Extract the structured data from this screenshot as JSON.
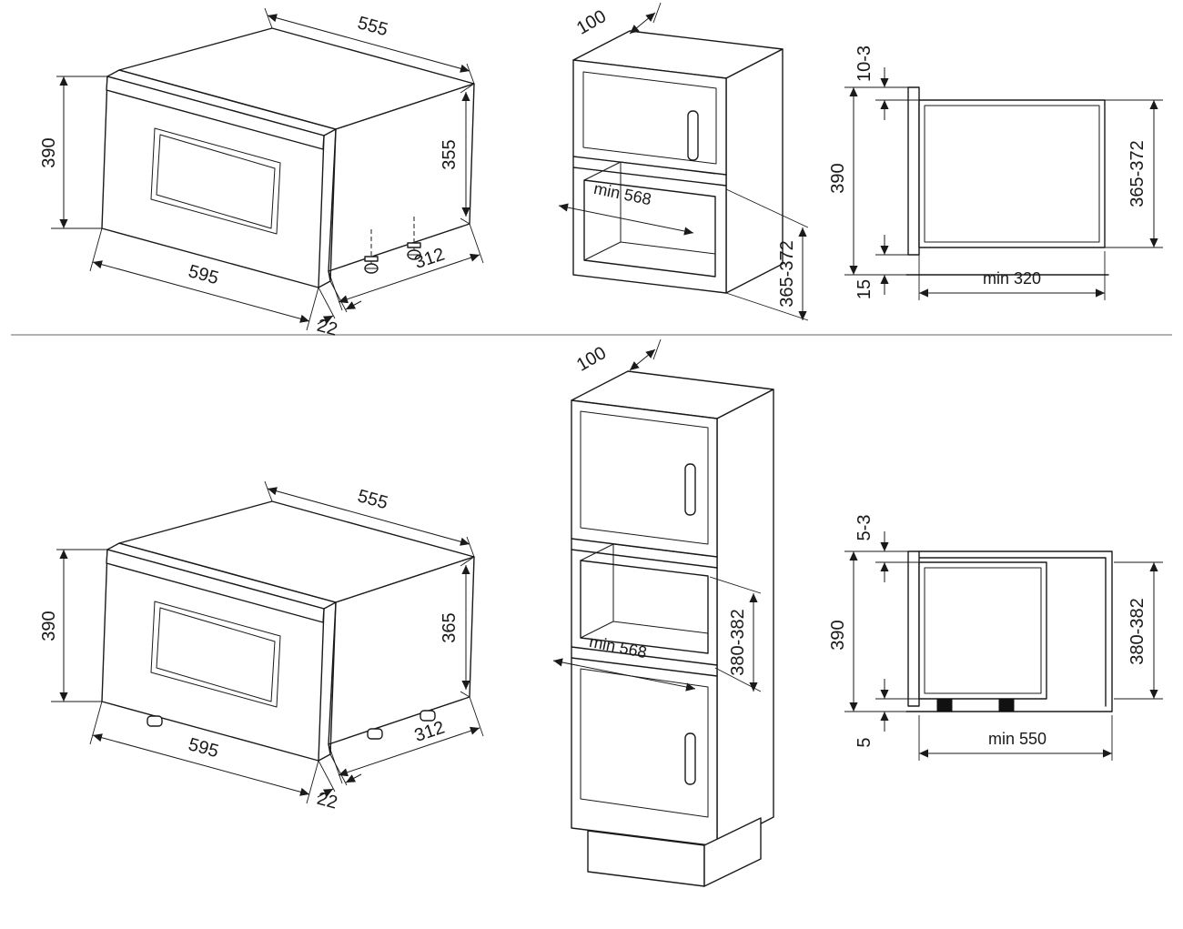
{
  "colors": {
    "background": "#ffffff",
    "line": "#1a1a1a",
    "divider": "#9a9a9a"
  },
  "top": {
    "oven": {
      "dims": {
        "body_width": "555",
        "front_height": "390",
        "body_height": "355",
        "front_width": "595",
        "depth": "312",
        "frame_depth": "22"
      }
    },
    "cabinet": {
      "dims": {
        "top_clearance": "100",
        "niche_width": "min 568",
        "niche_height": "365-372"
      }
    },
    "section": {
      "dims": {
        "top_gap": "10-3",
        "niche_height": "390",
        "bottom_gap": "15",
        "unit_height": "365-372",
        "min_depth": "min 320"
      }
    }
  },
  "bottom": {
    "oven": {
      "dims": {
        "body_width": "555",
        "front_height": "390",
        "body_height": "365",
        "front_width": "595",
        "depth": "312",
        "frame_depth": "22"
      }
    },
    "cabinet": {
      "dims": {
        "top_clearance": "100",
        "niche_width": "min 568",
        "niche_height": "380-382"
      }
    },
    "section": {
      "dims": {
        "top_gap": "5-3",
        "niche_height": "390",
        "bottom_gap": "5",
        "unit_height": "380-382",
        "min_depth": "min 550"
      }
    }
  }
}
